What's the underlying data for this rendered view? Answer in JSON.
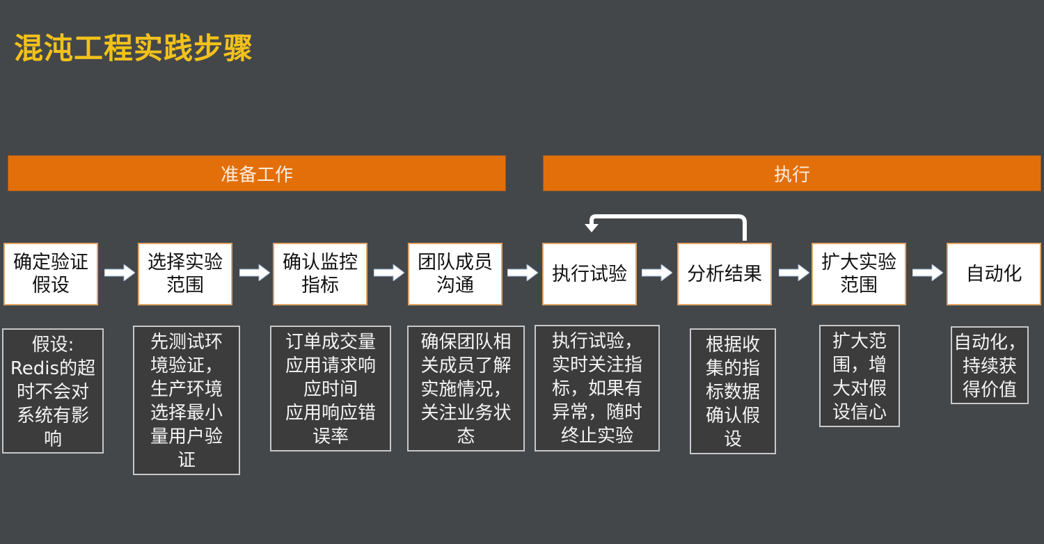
{
  "title": "混沌工程实践步骤",
  "colors": {
    "background": "#44474a",
    "title": "#f2c21b",
    "phase_bar": "#e36f0b",
    "step_box": "#ffffff",
    "step_border": "#e0a468",
    "desc_box": "#3c3c3c",
    "desc_border": "#c8c8c8"
  },
  "phases": [
    {
      "label": "准备工作"
    },
    {
      "label": "执行"
    }
  ],
  "steps": [
    {
      "label": "确定验证\n假设",
      "description": "假设:\nRedis的超\n时不会对\n系统有影\n响"
    },
    {
      "label": "选择实验\n范围",
      "description": "先测试环\n境验证，\n生产环境\n选择最小\n量用户验\n证"
    },
    {
      "label": "确认监控\n指标",
      "description": "订单成交量\n应用请求响\n应时间\n应用响应错\n误率"
    },
    {
      "label": "团队成员\n沟通",
      "description": "确保团队相\n关成员了解\n实施情况，\n关注业务状\n态"
    },
    {
      "label": "执行试验",
      "description": "执行试验，\n实时关注指\n标，如果有\n异常，随时\n终止实验"
    },
    {
      "label": "分析结果",
      "description": "根据收\n集的指\n标数据\n确认假\n设"
    },
    {
      "label": "扩大实验\n范围",
      "description": "扩大范\n围，增\n大对假\n设信心"
    },
    {
      "label": "自动化",
      "description": "自动化，\n持续获\n得价值"
    }
  ],
  "icons": {
    "arrow": "right-arrow-icon",
    "loop": "loop-back-arrow-icon"
  }
}
